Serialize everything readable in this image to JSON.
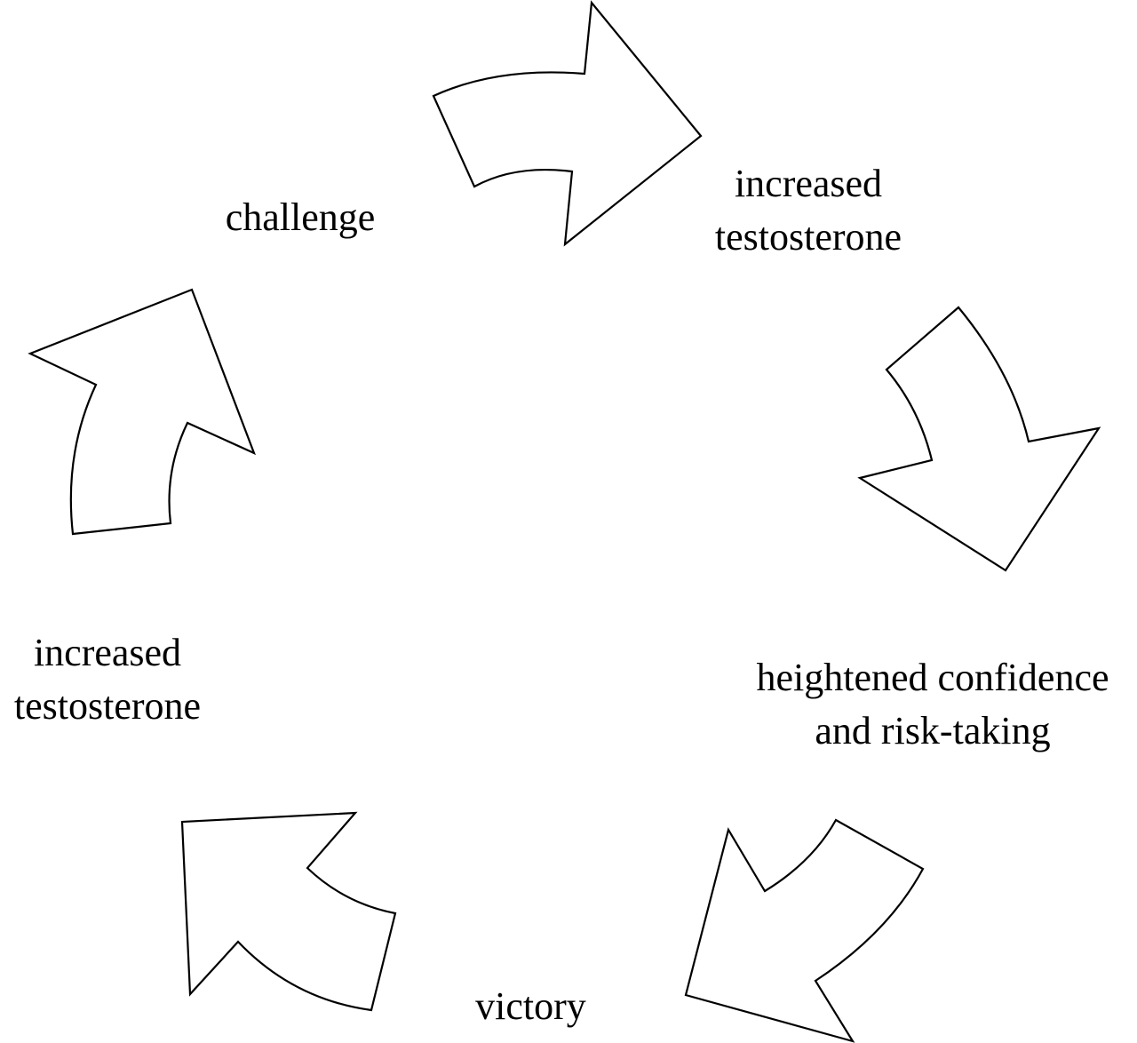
{
  "diagram": {
    "nodes": {
      "challenge": {
        "line1": "challenge"
      },
      "testosterone_top": {
        "line1": "increased",
        "line2": "testosterone"
      },
      "confidence": {
        "line1": "heightened confidence",
        "line2": "and risk-taking"
      },
      "victory": {
        "line1": "victory"
      },
      "testosterone_left": {
        "line1": "increased",
        "line2": "testosterone"
      }
    },
    "arrow_fill": "#ffffff",
    "arrow_stroke": "#000000",
    "text_color": "#000000"
  }
}
